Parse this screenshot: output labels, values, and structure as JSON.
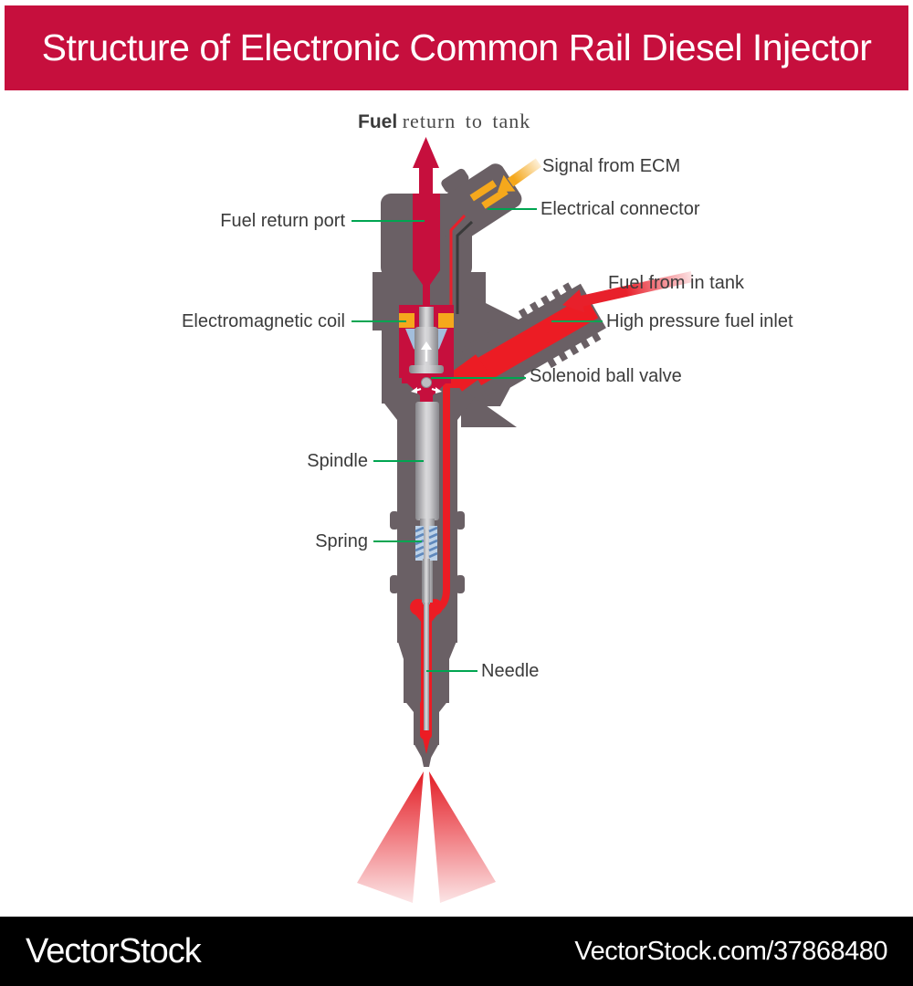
{
  "header": {
    "title": "Structure of Electronic Common Rail Diesel Injector",
    "bg_color": "#C60F3D",
    "text_color": "#FFFFFF"
  },
  "diagram": {
    "labels": {
      "fuel_return_tank_bold": "Fuel",
      "fuel_return_tank_rest": "return to tank",
      "signal_ecm": "Signal from ECM",
      "electrical_connector": "Electrical connector",
      "fuel_return_port": "Fuel return port",
      "fuel_from_tank": "Fuel from in tank",
      "high_pressure_inlet": "High pressure fuel inlet",
      "electromagnetic_coil": "Electromagnetic coil",
      "solenoid_ball_valve": "Solenoid ball valve",
      "spindle": "Spindle",
      "spring": "Spring",
      "needle": "Needle"
    },
    "colors": {
      "body_gray": "#6A6065",
      "return_fuel_crimson": "#C60F3D",
      "high_pressure_red": "#EC1C24",
      "coil_yellow": "#F5A81C",
      "leader_green": "#00A551",
      "armature_blue": "#A3BEDC",
      "label_text": "#3B3B3B"
    }
  },
  "footer": {
    "brand": "VectorStock",
    "url": "VectorStock.com/37868480",
    "bg_color": "#000000"
  }
}
